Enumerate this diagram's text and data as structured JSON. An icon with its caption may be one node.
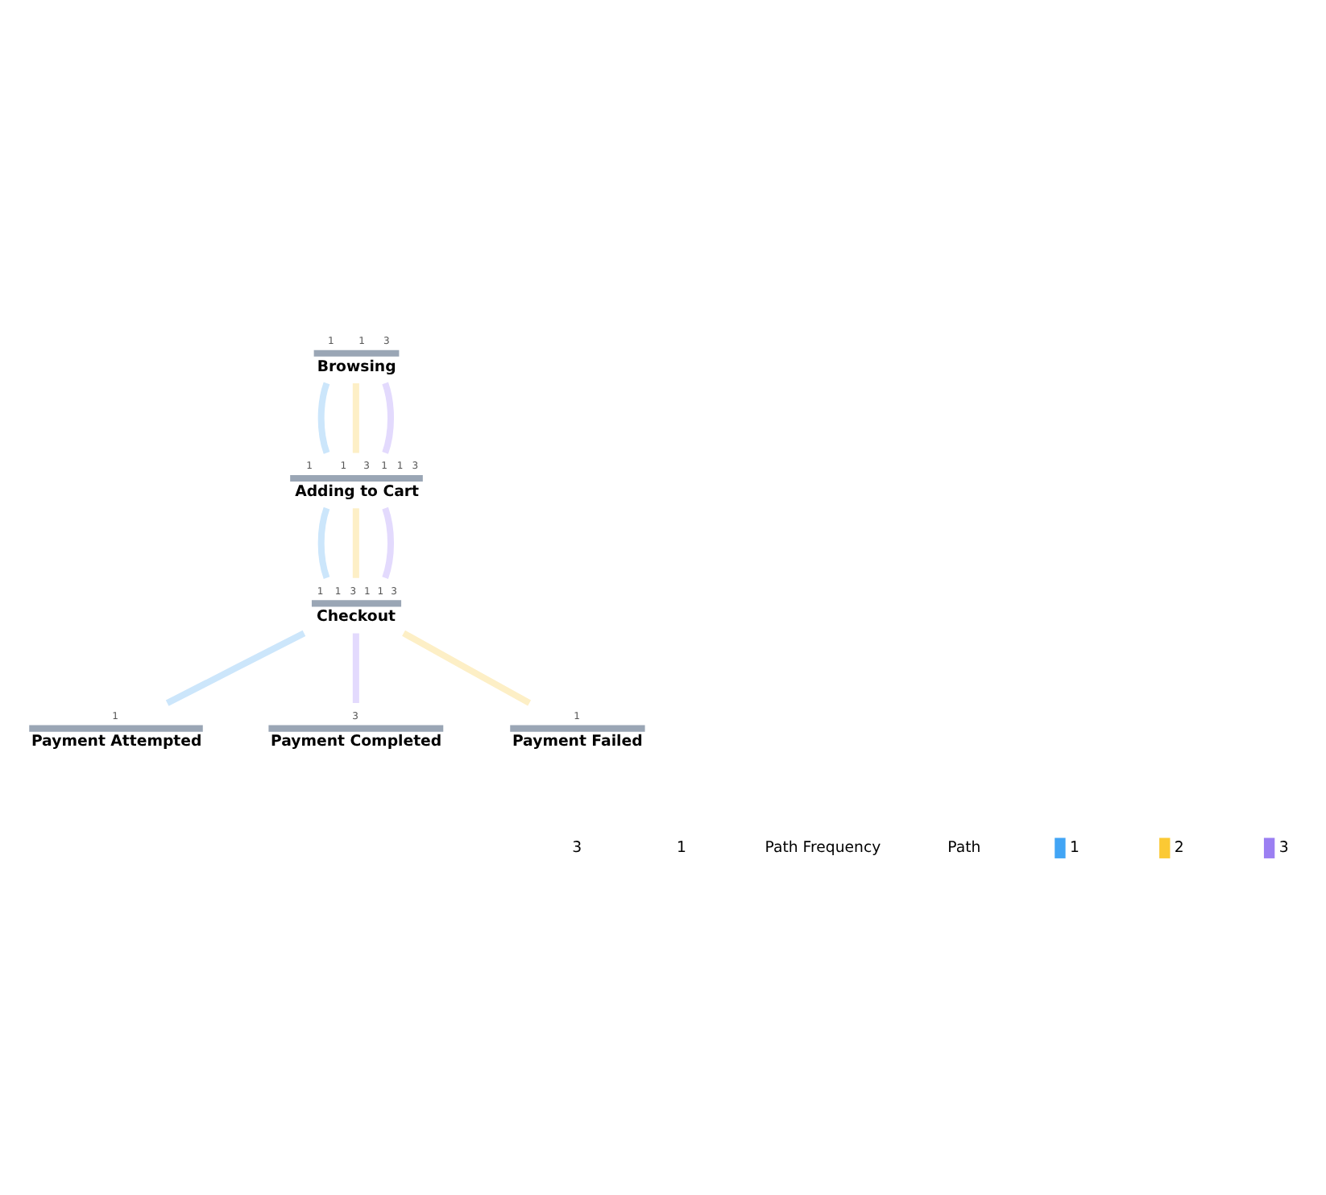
{
  "diagram": {
    "nodes": [
      {
        "text": [
          "Browsing"
        ],
        "beside": [
          "1",
          "1",
          "3"
        ]
      },
      {
        "text": [
          "Adding to Cart"
        ],
        "beside": [
          "1",
          "1",
          "3",
          "1",
          "1",
          "3"
        ]
      },
      {
        "text": [
          "Checkout"
        ],
        "beside": [
          "1",
          "1",
          "3",
          "1",
          "1",
          "3"
        ]
      },
      {
        "text": [
          "Payment Attempted"
        ],
        "beside": [
          "1"
        ]
      },
      {
        "text": [
          "Payment Completed"
        ],
        "beside": [
          "3"
        ]
      },
      {
        "text": [
          "Payment Failed"
        ],
        "beside": [
          "1"
        ]
      }
    ],
    "edges": [
      {
        "from": 0,
        "to": 1,
        "arrow": "none",
        "color": "#cce6fb"
      },
      {
        "from": 0,
        "to": 1,
        "arrow": "none",
        "color": "#fdefc6"
      },
      {
        "from": 0,
        "to": 1,
        "arrow": "none",
        "color": "#e3dafd"
      },
      {
        "from": 1,
        "to": 2,
        "arrow": "none",
        "color": "#cce6fb"
      },
      {
        "from": 1,
        "to": 2,
        "arrow": "none",
        "color": "#fdefc6"
      },
      {
        "from": 1,
        "to": 2,
        "arrow": "none",
        "color": "#e3dafd"
      },
      {
        "from": 2,
        "to": 3,
        "arrow": "none",
        "color": "#cce6fb"
      },
      {
        "from": 2,
        "to": 4,
        "arrow": "none",
        "color": "#e3dafd"
      },
      {
        "from": 2,
        "to": 5,
        "arrow": "none",
        "color": "#fdefc6"
      }
    ],
    "labels": [
      "3",
      "1",
      "Path Frequency",
      "Path"
    ],
    "legend": [
      {
        "text": "1",
        "color": "#42a5f5"
      },
      {
        "text": "2",
        "color": "#fbc934"
      },
      {
        "text": "3",
        "color": "#9b7ff2"
      }
    ]
  }
}
